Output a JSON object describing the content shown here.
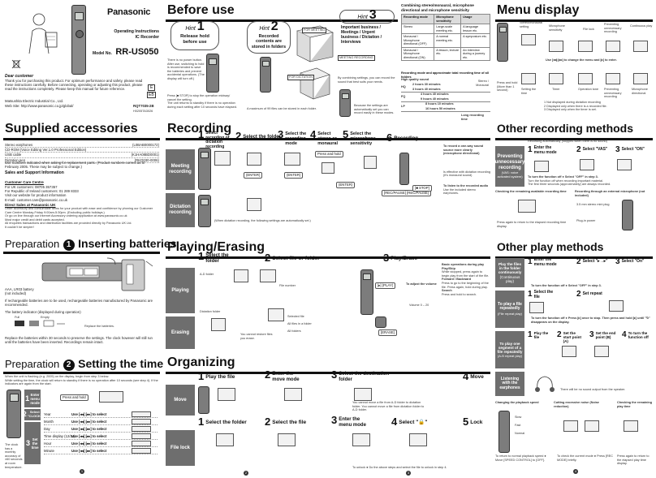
{
  "cover": {
    "brand": "Panasonic",
    "doc_title_line1": "Operating Instructions",
    "doc_title_line2": "IC Recorder",
    "model_label": "Model No.",
    "model_no": "RR-US050",
    "dear": "Dear customer",
    "dear_text": "Thank you for purchasing this product. For optimum performance and safety, please read these instructions carefully. Before connecting, operating or adjusting this product, please read the instructions completely. Please keep this manual for future reference.",
    "company": "Matsushita Electric Industrial Co., Ltd.",
    "website": "Web Site: http://www.panasonic.co.jp/global/",
    "code1": "RQT7035-2B",
    "code2": "H0205TA3026",
    "badge_e": "E",
    "badge_eb": "EB"
  },
  "supplied": {
    "title": "Supplied accessories",
    "items": [
      {
        "name": "Stereo earphones",
        "code": "(L0BAB0000172)"
      },
      {
        "name": "CD-ROM (Voice Editing Ver.1.0 Professional Edition)",
        "code": ""
      },
      {
        "name": "USB cable",
        "code": "(K1HA08BD0001)"
      },
      {
        "name": "Dictation pen",
        "code": "(RKQ030-0006)"
      }
    ],
    "note": "Use numbers indicated when asking for replacement parts. (Product numbers correct as of February 2005. These may be subject to change.)",
    "sales_head": "Sales and Support Information",
    "care_head": "Customer Care Centre",
    "care_lines": [
      "For UK customers: 08705 357357",
      "For Republic of Ireland customers: 01 289 8333",
      "Visit our website for product information",
      "E-mail: customer.care@panasonic.co.uk"
    ],
    "direct_head": "Direct Sales at Panasonic UK",
    "direct_lines": [
      "Order accessory and consumable items for your product with ease and confidence by phoning our Customer Care Centre Monday-Friday 9:00am-5:30pm. (Excluding public holidays.)",
      "Or go on line through our Internet Accessory ordering application at www.panasonic.co.uk",
      "Most major credit and debit cards accepted.",
      "All enquiries transactions and distribution facilities are provided directly by Panasonic UK Ltd.",
      "It couldn't be simpler!",
      "Also available through our Internet is direct shopping for a wide range of finished products, take a browse on our website for further details."
    ]
  },
  "prep1": {
    "title": "Preparation",
    "num": "1",
    "title2": "Inserting batteries",
    "battery_label": "AAA, LR03 battery (not included)",
    "note1": "If rechargeable batteries are to be used, rechargeable batteries manufactured by Panasonic are recommended.",
    "indicator": "The battery indicator (displayed during operation)",
    "full": "Full",
    "empty": "Empty",
    "replace": "Replace the batteries.",
    "note2": "Replace the batteries within 30 seconds to preserve the settings. The clock however will still run until the batteries have been inserted. Recordings remain intact."
  },
  "prep2": {
    "title": "Preparation",
    "num": "2",
    "title2": "Setting the time",
    "intro1": "When the unit is flashing (e.g. 2005) on the display, begin from step 3 below.",
    "intro2": "While setting the time, the clock will return to standby if there is no operation after 10 seconds (see step 4). If the indicators are again from the start.",
    "steps": [
      {
        "n": "1",
        "label": "Enter menu mode"
      },
      {
        "n": "2",
        "label": "Select \"CLOCK\""
      },
      {
        "n": "3",
        "label": "Set the time"
      }
    ],
    "press_hold": "Press and hold",
    "enter": "(ENTER)",
    "select_ops": [
      "Year",
      "Month",
      "Day",
      "Time display (12/24)",
      "Hour",
      "Minute"
    ],
    "use_to_select": "Use [◂◂] [▸▸] to select",
    "clock_note": "The clock has a monthly accuracy of ±60 seconds at room temperature."
  },
  "before": {
    "title": "Before use",
    "hints": [
      {
        "label": "Hint",
        "n": "1",
        "text": "Release hold before use"
      },
      {
        "label": "Hint",
        "n": "2",
        "text": "Recorded contents are stored in folders"
      },
      {
        "label": "Hint",
        "n": "3",
        "text": "Important business / Meetings / Urgent business / Dictation / Interviews"
      }
    ],
    "folder_labels": [
      "FOR MEETING",
      "FOR DICTATION",
      "MEETING RECORDING"
    ],
    "folders_note": "A maximum of 99 files can be stored in each folder.",
    "hint1_notes": [
      "There is no power button.",
      "After use, switching to hold is recommended to save the batteries and prevent accidental operations. (The display will turn off.)",
      "Press [■ STOP] to stop the operation midway/ cancel the setting.",
      "The unit returns to standby if there is no operation during each setting after 10 seconds have elapsed."
    ],
    "hint3_notes": [
      "By combining settings, you can record the sound that best suits your needs.",
      "Because the settings are automatically set you can record easily in these modes."
    ]
  },
  "combining": {
    "title": "Combining stereo/monaural, microphone directional and microphone sensitivity",
    "header": [
      "Recording mode",
      "Microphone sensitivity",
      "Usage"
    ],
    "rows": [
      [
        "Stereo",
        "Large-scale meeting etc.",
        "A language lesson etc."
      ],
      [
        "Monaural / Microphone directional (OFF)",
        "A normal meeting etc.",
        "A symposium etc."
      ],
      [
        "Monaural / Microphone directional (ON)",
        "A lesson, lecture etc.",
        "An interview during a journey etc."
      ]
    ],
    "time_title": "Recording mode and approximate total recording time of all folders",
    "modes": [
      {
        "mode": "HQ",
        "stereo": "2 hours 30 minutes",
        "mono": "3 hours 40 minutes"
      },
      {
        "mode": "FQ",
        "stereo": "4 hours 40 minutes",
        "mono": "9 hours 40 minutes"
      },
      {
        "mode": "LP",
        "stereo": "8 hours 10 minutes",
        "mono": "16 hours 50 minutes"
      }
    ],
    "high_quality": "High quality sound",
    "long_time": "Long recording time",
    "stereo_mono": "Stereo / Monaural"
  },
  "menu": {
    "title": "Menu display",
    "labels": [
      "Stereo/monaural setting",
      "Microphone sensitivity",
      "File lock",
      "Preventing unnecessary recording",
      "Continuous play",
      "Setting the time",
      "Timer",
      "Operation tone",
      "Preventing unnecessary recording",
      "Microphone directional"
    ],
    "center_note": "Use [◂◂] [▸▸] to change the menu and [▸] to enter.",
    "press_hold": "Press and hold (More than 1 second)",
    "notes": [
      "1 Not displayed during dictation recording",
      "2 Displayed only when there is a recorded file.",
      "3 Displayed only when the timer is set."
    ]
  },
  "recording": {
    "title": "Recording",
    "steps": [
      {
        "n": "1",
        "label": "Select recording of dictation recording"
      },
      {
        "n": "2",
        "label": "Select the folder"
      },
      {
        "n": "3",
        "label": "Select the recording mode"
      },
      {
        "n": "4",
        "label": "Select stereo or monaural"
      },
      {
        "n": "5",
        "label": "Select the microphone sensitivity"
      },
      {
        "n": "6",
        "label": "Recording"
      }
    ],
    "rows": [
      "Meeting recording",
      "Dictation recording"
    ],
    "notes": [
      "To record a one-way sound source more clearly (microphone directional)",
      "Is effective with dictation recording (it's monaural sound)",
      "To listen to the recorded audio",
      "Use the included stereo earphones."
    ],
    "pause": "[REC/PAUSE] [REC/PAUSE]",
    "stop": "[■ STOP]",
    "press_hold": "Press and hold",
    "enter": "(ENTER)",
    "dictation_note": "(When dictation recording, the following settings are automatically set.)"
  },
  "playing": {
    "title": "Playing/Erasing",
    "steps": [
      {
        "n": "1",
        "label": "Select the folder"
      },
      {
        "n": "2",
        "label": "Select file or folder"
      },
      {
        "n": "3",
        "label": "Play/Erase"
      }
    ],
    "rows": [
      "Playing",
      "Erasing"
    ],
    "folder_a": "A-D folder",
    "dict_folder": "Dictation folder",
    "file_number": "File number",
    "play": "[▸] (PLAY)",
    "erase": "[ERASE]",
    "volume": "To adjust the volume",
    "volume_range": "Volume 0 – 20",
    "basic": "Basic operations during play",
    "basic_items": [
      "Play/Skip",
      "While stopped, press again to begin play from the start of the file.",
      "Forward / Backward",
      "Press to go to the beginning of the file. Press again, hold during play.",
      "Search",
      "Press and hold to search."
    ],
    "erase_opts": [
      "Selected file",
      "All files in a folder",
      "All folders"
    ],
    "erase_note": "You cannot restore files you erase."
  },
  "organizing": {
    "title": "Organizing",
    "move_steps": [
      {
        "n": "1",
        "label": "Play the file"
      },
      {
        "n": "2",
        "label": "Enter the move mode"
      },
      {
        "n": "3",
        "label": "Select the destination folder"
      },
      {
        "n": "4",
        "label": "Move"
      }
    ],
    "lock_steps": [
      {
        "n": "1",
        "label": "Select the folder"
      },
      {
        "n": "2",
        "label": "Select the file"
      },
      {
        "n": "3",
        "label": "Enter the menu mode"
      },
      {
        "n": "4",
        "label": "Select \"🔒\""
      },
      {
        "n": "5",
        "label": "Lock"
      }
    ],
    "rows": [
      "Move",
      "File lock"
    ],
    "move_note": "You cannot move a file from A-D folder to dictation folder. You cannot move a file from dictation folder to A-D folder.",
    "unlock": "To unlock ● Do the above steps and select the file to unlock in step 4."
  },
  "other_rec": {
    "title": "Other recording methods",
    "intro": "Recording automatically (stopped when there is no sound)",
    "row1": "Preventing unnecessary recording",
    "row1_sub": "(VAS: voice activated system)",
    "steps": [
      {
        "n": "1",
        "label": "Enter the menu mode"
      },
      {
        "n": "2",
        "label": "Select \"VAS\""
      },
      {
        "n": "3",
        "label": "Select \"ON\""
      }
    ],
    "note1": "To turn the function off ● Select \"OFF\" in step 3.",
    "note2": "Turn the function off when recording important material.",
    "note3": "The first three seconds (approximately) are always recorded.",
    "checking": "Checking the remaining available recording time",
    "external": "Recording through an external microphone (not included)",
    "ext_plug": "3.5 mm stereo mini plug",
    "remain_note": "Press again to return to the elapsed recording time display.",
    "plug_label": "Plug-in power"
  },
  "other_play": {
    "title": "Other play methods",
    "rows": [
      "Play the files in the folder continuously",
      "To play a file repeatedly",
      "To play one segment of a file repeatedly",
      "Listening with the earphones"
    ],
    "row_subs": [
      "(Continuous play)",
      "(File repeat play)",
      "(A-B repeat play)",
      ""
    ],
    "cont_steps": [
      {
        "n": "1",
        "label": "Enter the menu mode"
      },
      {
        "n": "2",
        "label": "Select \"▸→▸\""
      },
      {
        "n": "3",
        "label": "Select \"On\""
      }
    ],
    "cont_note": "To turn the function off ● Select \"OFF\" in step 3.",
    "rep_steps": [
      {
        "n": "1",
        "label": "Select the file"
      },
      {
        "n": "2",
        "label": "Set repeat"
      }
    ],
    "rep_note": "To turn the function off ● Press [▸] once to stop. Then press and hold [▸] until \"↻\" disappears on the display.",
    "ab_steps": [
      {
        "n": "1",
        "label": "Play the file"
      },
      {
        "n": "2",
        "label": "Set the start point (A)"
      },
      {
        "n": "3",
        "label": "Set the end point (B)"
      },
      {
        "n": "4",
        "label": "To turn the function off"
      }
    ],
    "ear_note": "There will be no sound output from the speaker.",
    "speed": "Changing the playback speed",
    "noise": "Cutting excessive noise (Noise reduction)",
    "remain": "Checking the remaining play time",
    "speed_opts": [
      "Slow",
      "Fast",
      "Normal"
    ],
    "return_note": "To return to normal playback speed ● Move [SPEED CONTROL] to [OFF].",
    "noise_note": "To check the current mode ● Press [REC MODE] briefly.",
    "remain_note": "Press again to return to the elapsed play time display."
  },
  "pages": [
    "1",
    "2",
    "3",
    "4"
  ]
}
